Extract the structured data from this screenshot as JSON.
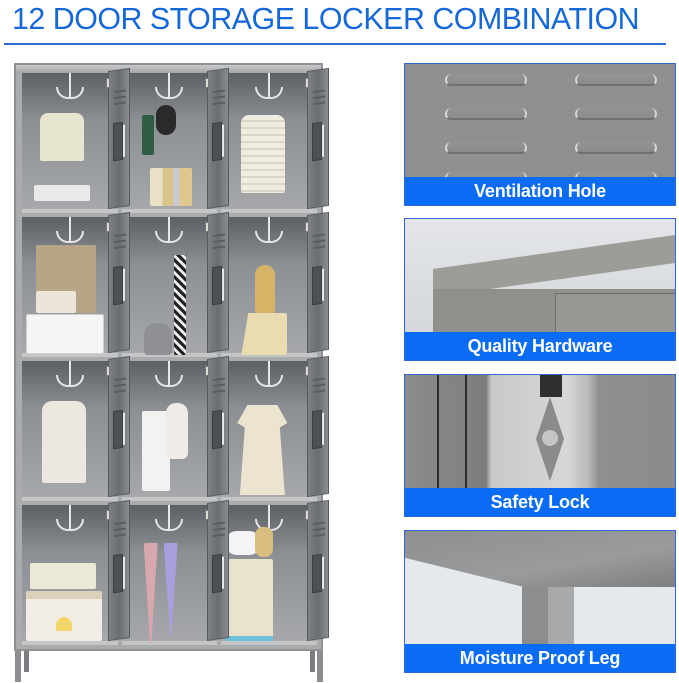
{
  "header": {
    "title": "12 DOOR STORAGE LOCKER COMBINATION",
    "accent_color": "#1668d9"
  },
  "product": {
    "name": "Storage locker",
    "door_count": 12,
    "columns": 3,
    "rows": 4,
    "body_color": "#a9abad",
    "compartments": [
      {
        "row": 1,
        "col": 1,
        "contents": "shirt on hanger, folded towels"
      },
      {
        "row": 1,
        "col": 2,
        "contents": "green bag, headphones, books"
      },
      {
        "row": 1,
        "col": 3,
        "contents": "striped shirt on hanger"
      },
      {
        "row": 2,
        "col": 1,
        "contents": "tote bag, storage boxes"
      },
      {
        "row": 2,
        "col": 2,
        "contents": "owl plush, houndstooth scarf"
      },
      {
        "row": 2,
        "col": 3,
        "contents": "bunny plush, gift bag"
      },
      {
        "row": 3,
        "col": 1,
        "contents": "shirt on hanger"
      },
      {
        "row": 3,
        "col": 2,
        "contents": "tank top, bunny plush"
      },
      {
        "row": 3,
        "col": 3,
        "contents": "floral dress on hanger"
      },
      {
        "row": 4,
        "col": 1,
        "contents": "folded blankets, heart storage box"
      },
      {
        "row": 4,
        "col": 2,
        "contents": "two umbrellas"
      },
      {
        "row": 4,
        "col": 3,
        "contents": "cloud pillow, woven basket"
      }
    ]
  },
  "features": [
    {
      "label": "Ventilation Hole",
      "icon": "ventilation-image"
    },
    {
      "label": "Quality Hardware",
      "icon": "hardware-image"
    },
    {
      "label": "Safety Lock",
      "icon": "lock-image"
    },
    {
      "label": "Moisture Proof Leg",
      "icon": "leg-image"
    }
  ],
  "colors": {
    "label_bar": "#0a6cf5",
    "panel_border": "#2f6ad3",
    "label_text": "#ffffff"
  }
}
